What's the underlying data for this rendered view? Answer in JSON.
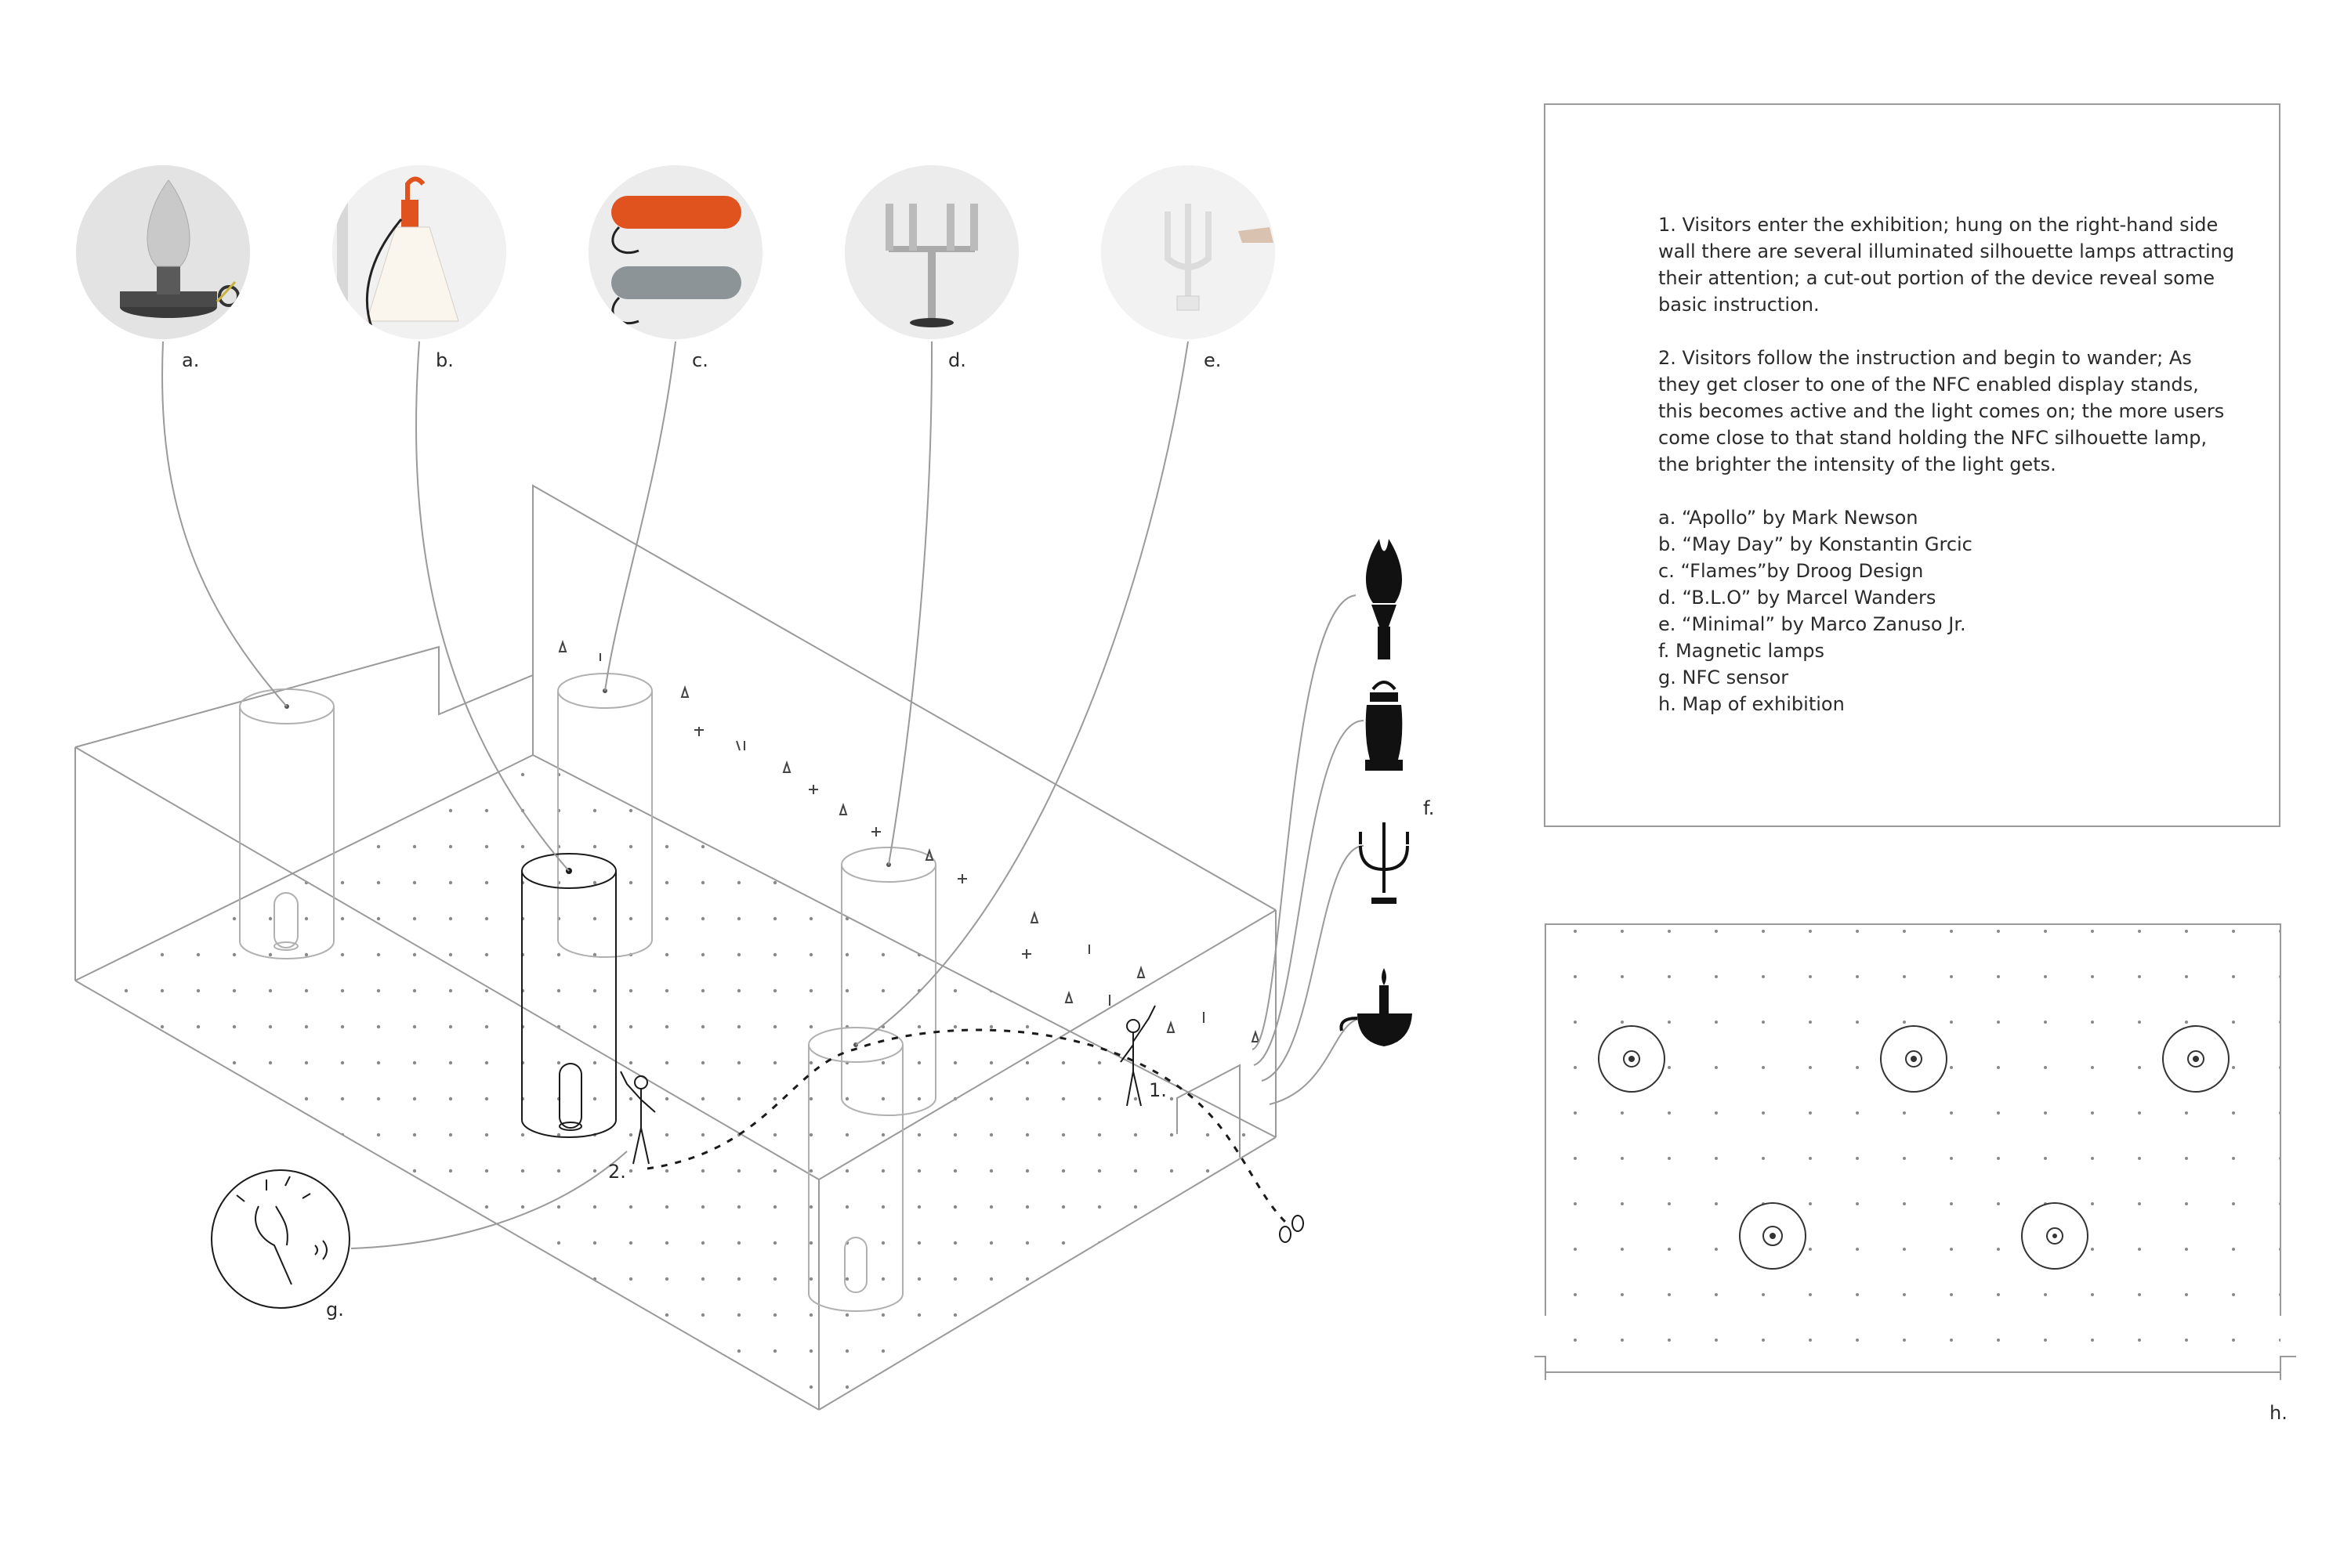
{
  "description": {
    "step1": "1. Visitors enter the exhibition; hung on the right-hand side wall there are several illuminated silhouette lamps attracting their attention; a cut-out portion of the device reveal some basic instruction.",
    "step2": "2. Visitors follow the instruction and begin to wander; As they get closer to one of the NFC enabled display stands, this becomes active and the light comes on; the more users come close to that stand holding the NFC silhouette lamp, the brighter the intensity of the light gets."
  },
  "legend": [
    "a. “Apollo” by Mark Newson",
    "b. “May Day” by Konstantin Grcic",
    "c. “Flames”by Droog Design",
    "d. “B.L.O” by Marcel Wanders",
    "e. “Minimal” by Marco Zanuso Jr.",
    "f.  Magnetic lamps",
    "g. NFC sensor",
    "h. Map of exhibition"
  ],
  "photo_labels": [
    "a.",
    "b.",
    "c.",
    "d.",
    "e."
  ],
  "figure_labels": {
    "f": "f.",
    "g": "g.",
    "h": "h.",
    "visitor1": "1.",
    "visitor2": "2."
  },
  "icons": {
    "lamp_silhouettes": [
      "torch-icon",
      "lantern-icon",
      "candelabra-icon",
      "candle-holder-icon"
    ],
    "nfc_sensor": "hand-torch-nfc-icon",
    "footprints": "footprints-icon"
  },
  "colors": {
    "line": "#9a9a9a",
    "ink": "#1a1a1a",
    "dots": "#8a8a8a",
    "photo_bg": "#e8e8e8",
    "orange": "#e0531f"
  }
}
